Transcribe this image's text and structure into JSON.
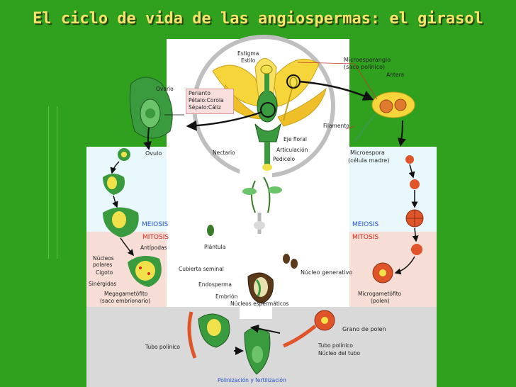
{
  "title": "El ciclo de vida de las angiospermas: el girasol",
  "labels": {
    "estigma": "Estigma",
    "estilo": "Estilo",
    "microsporangio": "Microesporangio",
    "saco_polinico": "(saco polínico)",
    "antera": "Antera",
    "ovario": "Ovario",
    "perianto": "Perianto",
    "petalo": "Pétalo:Corola",
    "sepalo": "Sépalo:Cáliz",
    "filamento": "Filamento",
    "eje_floral": "Eje floral",
    "articulacion": "Articulación",
    "pedicelo": "Pedicelo",
    "nectario": "Nectario",
    "ovulo": "Ovulo",
    "microespora": "Microespora",
    "celula_madre": "(célula madre)",
    "meiosis_left": "MEIOSIS",
    "meiosis_right": "MEIOSIS",
    "mitosis_left": "MITOSIS",
    "mitosis_right": "MITOSIS",
    "antipodas": "Antípodas",
    "plantula": "Plántula",
    "nucleos_polares": "Núcleos polares",
    "cigoto": "Cigoto",
    "sinergidas": "Sinérgidas",
    "cubierta_seminal": "Cubierta seminal",
    "endosperma": "Endosperma",
    "embrion": "Embrión",
    "nucleo_generativo": "Núcleo generativo",
    "megagametofito": "Megagametófito",
    "saco_embrionario": "(saco embrionario)",
    "nucleos_espermaticos": "Núcleos espermáticos",
    "microgametofito": "Microgametófito",
    "polen": "(polen)",
    "tubo_polinico_left": "Tubo polínico",
    "grano_de_polen": "Grano de polen",
    "tubo_polinico_right": "Tubo polínico",
    "nucleo_del_tubo": "Núcleo del tubo",
    "polinizacion": "Polinización y fertilización"
  },
  "colors": {
    "background": "#2fa11f",
    "title": "#f4e46a",
    "meiosis": "#2452c8",
    "mitosis": "#d42a1c"
  }
}
